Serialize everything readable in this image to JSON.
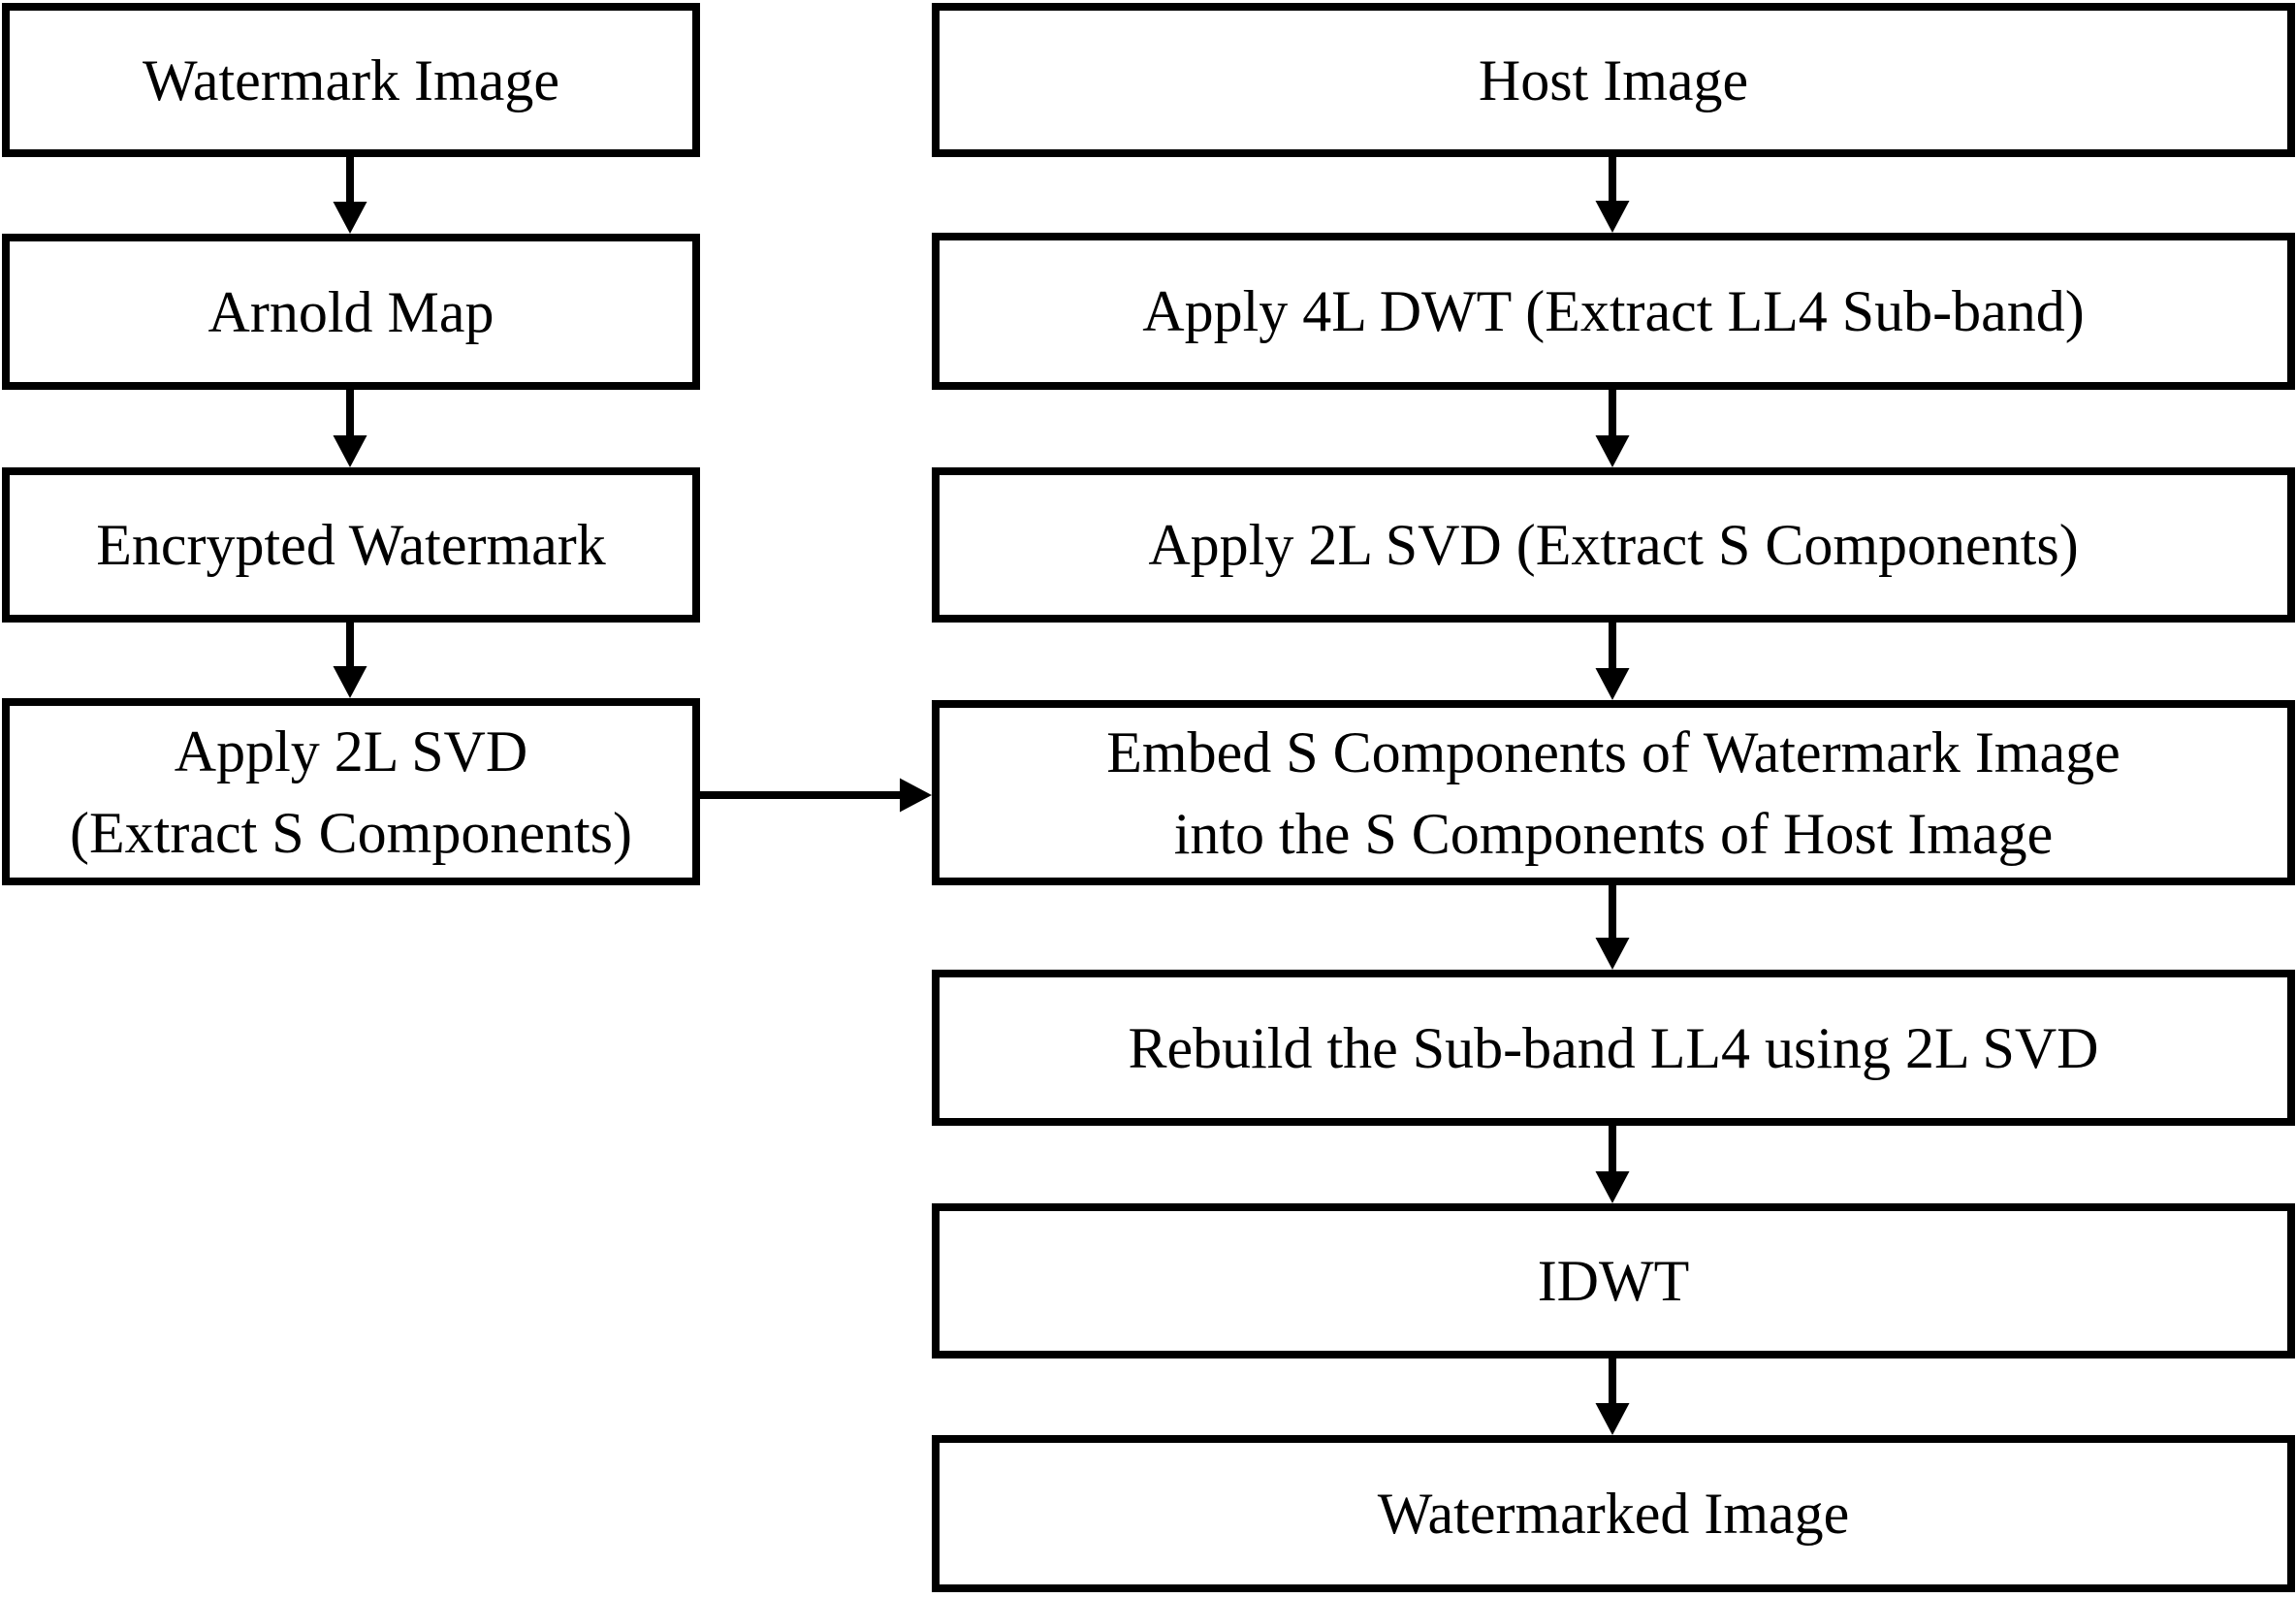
{
  "diagram": {
    "title": "DWT-SVD watermark embedding flowchart",
    "colors": {
      "line": "#000000",
      "box_fill": "#ffffff",
      "background": "#ffffff",
      "text": "#000000"
    },
    "left_column": {
      "nodes": [
        {
          "id": "watermark-image",
          "label": "Watermark Image"
        },
        {
          "id": "arnold-map",
          "label": "Arnold Map"
        },
        {
          "id": "encrypted-watermark",
          "label": "Encrypted Watermark"
        },
        {
          "id": "apply-2l-svd-wm",
          "label": "Apply 2L SVD\n(Extract S Components)"
        }
      ]
    },
    "right_column": {
      "nodes": [
        {
          "id": "host-image",
          "label": "Host Image"
        },
        {
          "id": "apply-4l-dwt",
          "label": "Apply 4L DWT (Extract LL4 Sub-band)"
        },
        {
          "id": "apply-2l-svd-host",
          "label": "Apply 2L SVD (Extract S Components)"
        },
        {
          "id": "embed-s-components",
          "label": "Embed S Components of Watermark Image\ninto the S Components of Host Image"
        },
        {
          "id": "rebuild-subband",
          "label": "Rebuild the Sub-band LL4 using 2L SVD"
        },
        {
          "id": "idwt",
          "label": "IDWT"
        },
        {
          "id": "watermarked-image",
          "label": "Watermarked Image"
        }
      ]
    },
    "edges": [
      {
        "from": "watermark-image",
        "to": "arnold-map"
      },
      {
        "from": "arnold-map",
        "to": "encrypted-watermark"
      },
      {
        "from": "encrypted-watermark",
        "to": "apply-2l-svd-wm"
      },
      {
        "from": "apply-2l-svd-wm",
        "to": "embed-s-components"
      },
      {
        "from": "host-image",
        "to": "apply-4l-dwt"
      },
      {
        "from": "apply-4l-dwt",
        "to": "apply-2l-svd-host"
      },
      {
        "from": "apply-2l-svd-host",
        "to": "embed-s-components"
      },
      {
        "from": "embed-s-components",
        "to": "rebuild-subband"
      },
      {
        "from": "rebuild-subband",
        "to": "idwt"
      },
      {
        "from": "idwt",
        "to": "watermarked-image"
      }
    ]
  }
}
